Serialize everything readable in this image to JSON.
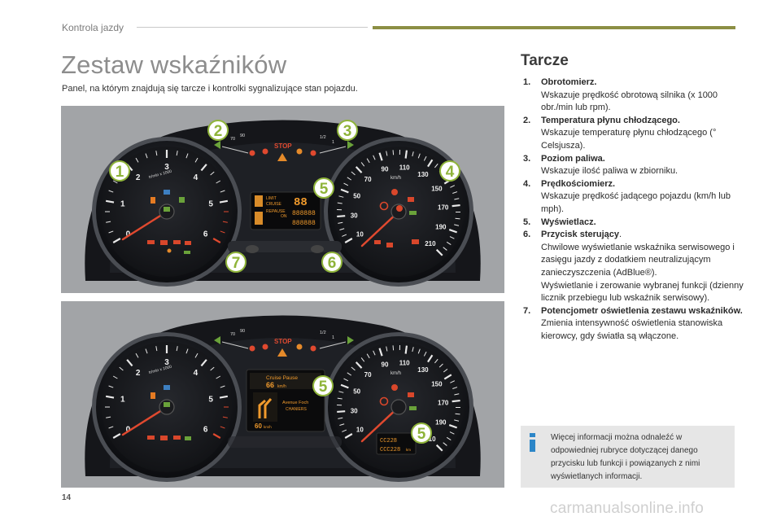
{
  "header": {
    "section": "Kontrola jazdy"
  },
  "page": {
    "title": "Zestaw wskaźników",
    "intro": "Panel, na którym znajdują się tarcze i kontrolki sygnalizujące stan pojazdu.",
    "number": "14"
  },
  "dials": {
    "heading": "Tarcze",
    "items": [
      {
        "num": "1.",
        "title": "Obrotomierz.",
        "desc": "Wskazuje prędkość obrotową silnika (x 1000 obr./min lub rpm)."
      },
      {
        "num": "2.",
        "title": "Temperatura płynu chłodzącego.",
        "desc": "Wskazuje temperaturę płynu chłodzącego (° Celsjusza)."
      },
      {
        "num": "3.",
        "title": "Poziom paliwa.",
        "desc": "Wskazuje ilość paliwa w zbiorniku."
      },
      {
        "num": "4.",
        "title": "Prędkościomierz.",
        "desc": "Wskazuje prędkość jadącego pojazdu (km/h lub mph)."
      },
      {
        "num": "5.",
        "title": "Wyświetlacz.",
        "desc": ""
      },
      {
        "num": "6.",
        "title": "Przycisk sterujący",
        "title_suffix": ".",
        "desc": "Chwilowe wyświetlanie wskaźnika serwisowego i zasięgu jazdy z dodatkiem neutralizującym zanieczyszczenia (AdBlue®).",
        "desc2": "Wyświetlanie i zerowanie wybranej funkcji (dzienny licznik przebiegu lub wskaźnik serwisowy)."
      },
      {
        "num": "7.",
        "title": "Potencjometr oświetlenia zestawu wskaźników.",
        "desc": "Zmienia intensywność oświetlenia stanowiska kierowcy, gdy światła są włączone."
      }
    ]
  },
  "info": {
    "text": "Więcej informacji można odnaleźć w odpowiedniej rubryce dotyczącej danego przycisku lub funkcji i powiązanych z nimi wyświetlanych informacji."
  },
  "photo1": {
    "callouts": [
      "1",
      "2",
      "3",
      "4",
      "5",
      "6",
      "7"
    ],
    "tacho_ticks": [
      "0",
      "1",
      "2",
      "3",
      "4",
      "5",
      "6"
    ],
    "tacho_unit": "tr/min x 1000",
    "speedo_ticks": [
      "10",
      "30",
      "50",
      "70",
      "90",
      "110",
      "130",
      "150",
      "170",
      "190",
      "210"
    ],
    "speedo_unit": "km/h",
    "temp_labels": [
      "70",
      "90"
    ],
    "fuel_labels": [
      "1/2",
      "1"
    ],
    "stop_label": "STOP",
    "lcd": {
      "limit": "LIMIT",
      "cruise": "CRUISE",
      "repause": "REPAUSE",
      "on": "ON",
      "value": "88",
      "odo1": "888888",
      "odo2": "888888"
    }
  },
  "photo2": {
    "callouts": [
      "5",
      "5"
    ],
    "tacho_ticks": [
      "0",
      "1",
      "2",
      "3",
      "4",
      "5",
      "6"
    ],
    "tacho_unit": "tr/min x 1000",
    "speedo_ticks": [
      "10",
      "30",
      "50",
      "70",
      "90",
      "110",
      "130",
      "150",
      "170",
      "190",
      "210"
    ],
    "speedo_unit": "km/h",
    "temp_labels": [
      "70",
      "90"
    ],
    "fuel_labels": [
      "1/2",
      "1"
    ],
    "stop_label": "STOP",
    "nav": {
      "cruise": "Cruise Pause",
      "speed": "66",
      "speed_unit": "km/h",
      "street": "Avenue Foch",
      "city": "CHANIERS",
      "limit": "60",
      "limit_unit": "km/h"
    },
    "odo": {
      "trip": "CC228",
      "total": "CCC228",
      "unit": "km"
    }
  },
  "colors": {
    "accent_olive": "#8c8f44",
    "callout_green": "#8fb43a",
    "needle_red": "#e0492f",
    "lcd_amber": "#f09a2c",
    "info_blue": "#2c86c8"
  }
}
